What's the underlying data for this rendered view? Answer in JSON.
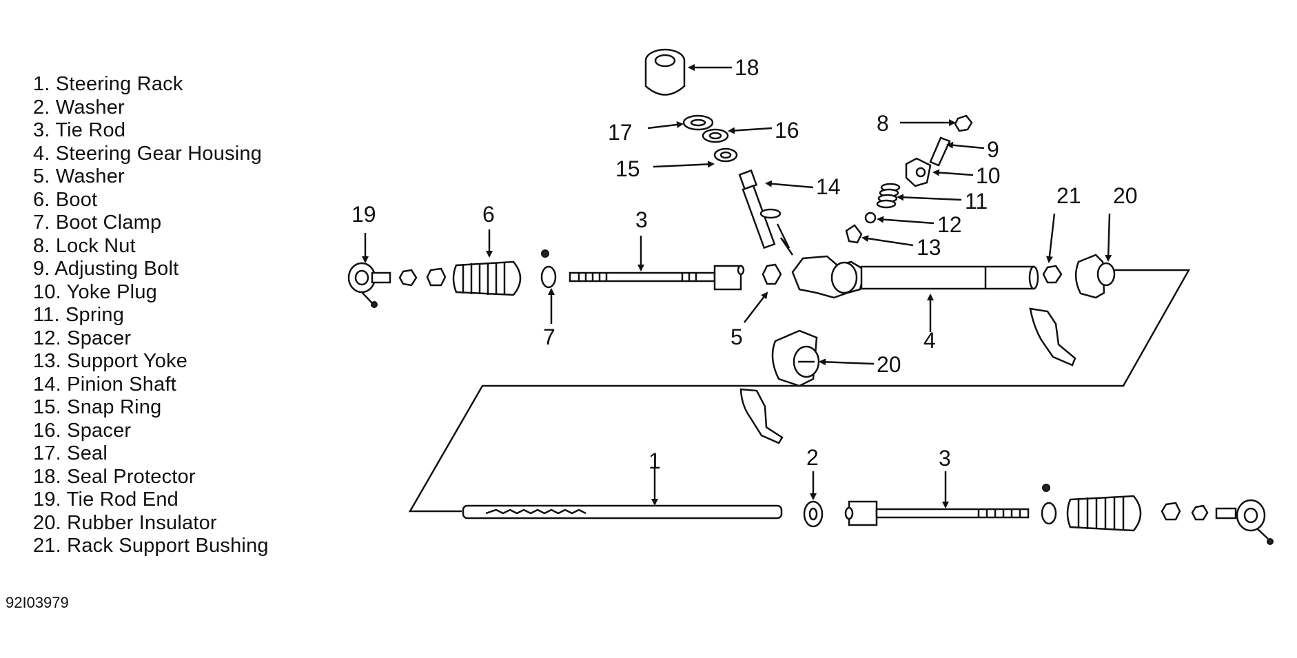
{
  "legend": {
    "items": [
      "1. Steering Rack",
      "2. Washer",
      "3. Tie Rod",
      "4. Steering Gear Housing",
      "5. Washer",
      "6. Boot",
      "7. Boot Clamp",
      "8. Lock Nut",
      "9. Adjusting Bolt",
      "10. Yoke Plug",
      "11. Spring",
      "12. Spacer",
      "13. Support Yoke",
      "14. Pinion Shaft",
      "15. Snap Ring",
      "16. Spacer",
      "17. Seal",
      "18. Seal Protector",
      "19. Tie Rod End",
      "20. Rubber Insulator",
      "21. Rack Support Bushing"
    ]
  },
  "figure_code": "92I03979",
  "callouts": {
    "c1": "1",
    "c2": "2",
    "c3a": "3",
    "c3b": "3",
    "c4": "4",
    "c5": "5",
    "c6": "6",
    "c7": "7",
    "c8": "8",
    "c9": "9",
    "c10": "10",
    "c11": "11",
    "c12": "12",
    "c13": "13",
    "c14": "14",
    "c15": "15",
    "c16": "16",
    "c17": "17",
    "c18": "18",
    "c19": "19",
    "c20a": "20",
    "c20b": "20",
    "c21": "21"
  }
}
